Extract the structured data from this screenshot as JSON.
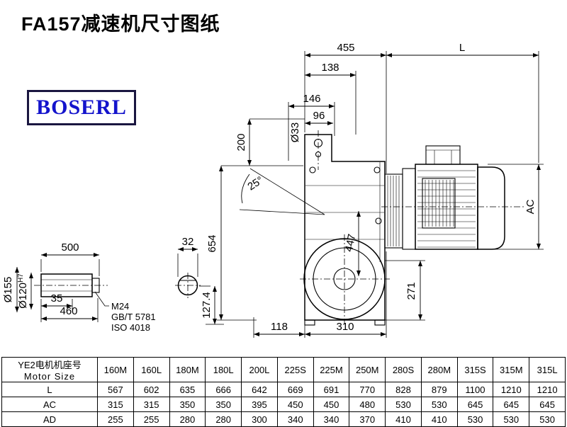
{
  "page": {
    "title": "FA157减速机尺寸图纸",
    "logo": "BOSERL"
  },
  "drawing": {
    "dims": {
      "d455": "455",
      "dL": "L",
      "d138": "138",
      "d146": "146",
      "d96": "96",
      "d33": "Ø33",
      "d200": "200",
      "a25": "25°",
      "d654": "654",
      "d447": "447",
      "dAC": "AC",
      "d271": "271",
      "d118": "118",
      "d310": "310",
      "d500": "500",
      "d32": "32",
      "d35": "35",
      "d460": "460",
      "d155": "Ø155",
      "d120": "Ø120",
      "d120sup": "H7",
      "m24": "M24",
      "gb": "GB/T 5781",
      "iso": "ISO 4018",
      "d127": "127.4"
    }
  },
  "table": {
    "header_cn": "YE2电机机座号",
    "header_en": "Motor Size",
    "columns": [
      "160M",
      "160L",
      "180M",
      "180L",
      "200L",
      "225S",
      "225M",
      "250M",
      "280S",
      "280M",
      "315S",
      "315M",
      "315L"
    ],
    "rows": [
      {
        "label": "L",
        "values": [
          "567",
          "602",
          "635",
          "666",
          "642",
          "669",
          "691",
          "770",
          "828",
          "879",
          "1100",
          "1210",
          "1210"
        ]
      },
      {
        "label": "AC",
        "values": [
          "315",
          "315",
          "350",
          "350",
          "395",
          "450",
          "450",
          "480",
          "530",
          "530",
          "645",
          "645",
          "645"
        ]
      },
      {
        "label": "AD",
        "values": [
          "255",
          "255",
          "280",
          "280",
          "300",
          "340",
          "340",
          "370",
          "410",
          "410",
          "530",
          "530",
          "530"
        ]
      }
    ]
  }
}
